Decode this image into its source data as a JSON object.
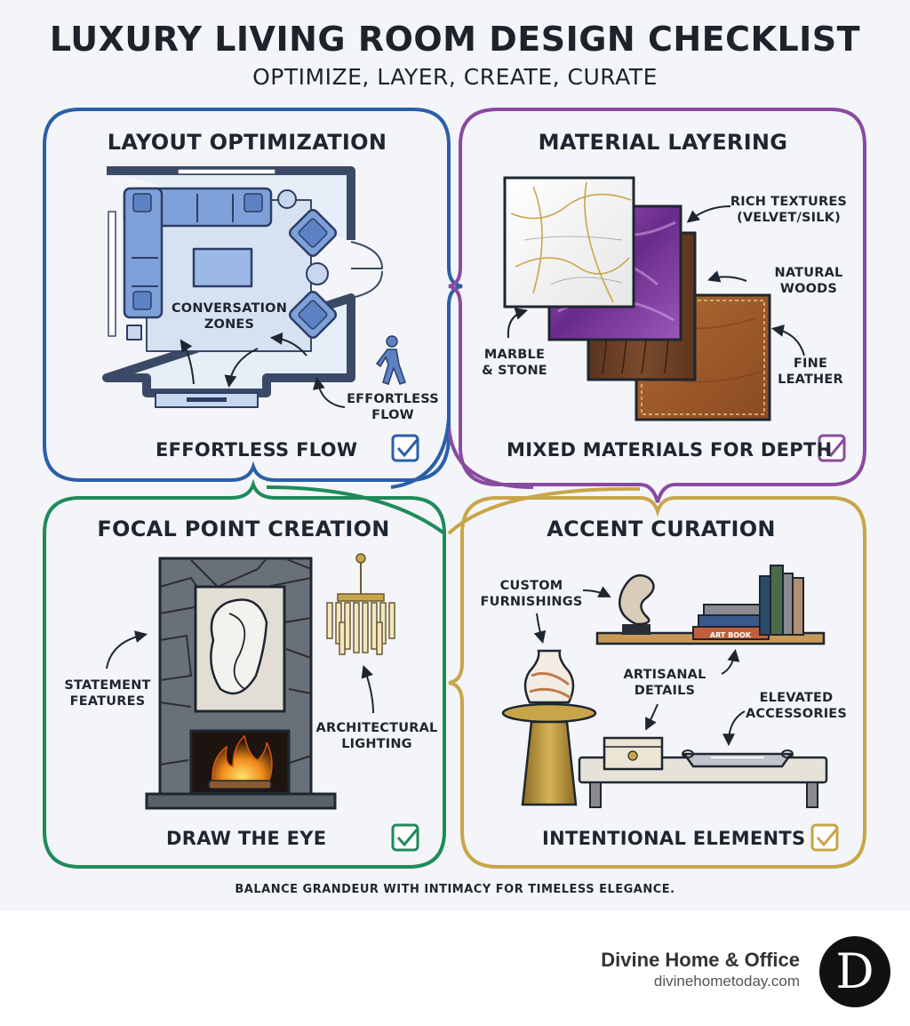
{
  "header": {
    "title": "LUXURY LIVING ROOM DESIGN CHECKLIST",
    "subtitle": "OPTIMIZE, LAYER, CREATE, CURATE"
  },
  "colors": {
    "layout": "#2b5fa8",
    "material": "#8a4aa0",
    "focal": "#1f8a5b",
    "accent": "#c9a54a"
  },
  "quadrants": {
    "layout": {
      "title": "LAYOUT OPTIMIZATION",
      "footer": "EFFORTLESS FLOW",
      "labels": {
        "zones_1": "CONVERSATION",
        "zones_2": "ZONES",
        "flow_1": "EFFORTLESS",
        "flow_2": "FLOW"
      },
      "icon": "walking-person-icon"
    },
    "material": {
      "title": "MATERIAL LAYERING",
      "footer": "MIXED MATERIALS FOR DEPTH",
      "labels": {
        "textures_1": "RICH TEXTURES",
        "textures_2": "(VELVET/SILK)",
        "woods_1": "NATURAL",
        "woods_2": "WOODS",
        "marble_1": "MARBLE",
        "marble_2": "& STONE",
        "leather_1": "FINE",
        "leather_2": "LEATHER"
      }
    },
    "focal": {
      "title": "FOCAL POINT CREATION",
      "footer": "DRAW THE EYE",
      "labels": {
        "statement_1": "STATEMENT",
        "statement_2": "FEATURES",
        "lighting_1": "ARCHITECTURAL",
        "lighting_2": "LIGHTING"
      }
    },
    "accent": {
      "title": "ACCENT CURATION",
      "footer": "INTENTIONAL ELEMENTS",
      "labels": {
        "custom_1": "CUSTOM",
        "custom_2": "FURNISHINGS",
        "artisanal_1": "ARTISANAL",
        "artisanal_2": "DETAILS",
        "elevated_1": "ELEVATED",
        "elevated_2": "ACCESSORIES",
        "book": "ART BOOK"
      }
    }
  },
  "footer_note": "BALANCE GRANDEUR WITH INTIMACY FOR TIMELESS ELEGANCE.",
  "brand": {
    "name": "Divine Home & Office",
    "url": "divinehometoday.com",
    "logo_letter": "D"
  }
}
